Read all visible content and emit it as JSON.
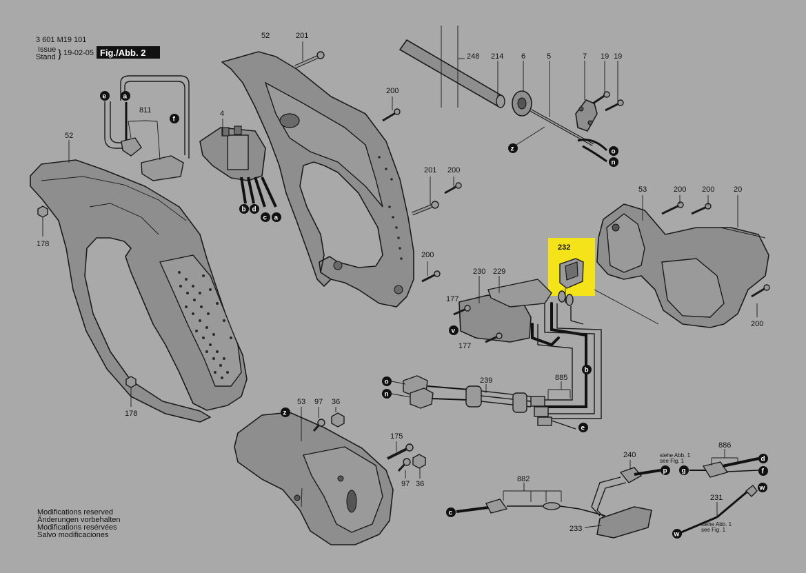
{
  "header": {
    "doc_number": "3 601 M19 101",
    "issue_label": "Issue",
    "stand_label": "Stand",
    "date": "19-02-05",
    "fig_label": "Fig./Abb. 2"
  },
  "footer": {
    "line1": "Modifications reserved",
    "line2": "Änderungen vorbehalten",
    "line3": "Modifications resérvées",
    "line4": "Salvo modificaciones"
  },
  "highlight": {
    "part": "232",
    "color": "#f5e31a"
  },
  "refs": {
    "see_fig_de": "siehe Abb. 1",
    "see_fig_en": "see Fig. 1"
  },
  "labels": {
    "p52a": "52",
    "p201a": "201",
    "p248": "248",
    "p214": "214",
    "p6": "6",
    "p5": "5",
    "p7": "7",
    "p19a": "19",
    "p19b": "19",
    "p200a": "200",
    "p811": "811",
    "p4": "4",
    "p52b": "52",
    "p178a": "178",
    "p201b": "201",
    "p200b": "200",
    "p53a": "53",
    "p200c": "200",
    "p200d": "200",
    "p20": "20",
    "p232": "232",
    "p200e": "200",
    "p230": "230",
    "p229": "229",
    "p177a": "177",
    "p177b": "177",
    "p200f": "200",
    "p178b": "178",
    "p239": "239",
    "p885": "885",
    "p53b": "53",
    "p97a": "97",
    "p36a": "36",
    "p175": "175",
    "p97b": "97",
    "p36b": "36",
    "p240": "240",
    "p886": "886",
    "p882": "882",
    "p231": "231",
    "p233": "233"
  },
  "letters": {
    "e1": "e",
    "a1": "a",
    "f1": "f",
    "b1": "b",
    "d1": "d",
    "c1": "c",
    "a2": "a",
    "z1": "z",
    "o1": "o",
    "n1": "n",
    "v1": "v",
    "b2": "b",
    "o2": "o",
    "n2": "n",
    "e2": "e",
    "z2": "z",
    "p1": "p",
    "g1": "g",
    "d2": "d",
    "f2": "f",
    "c2": "c",
    "w1": "w",
    "w2": "w"
  }
}
